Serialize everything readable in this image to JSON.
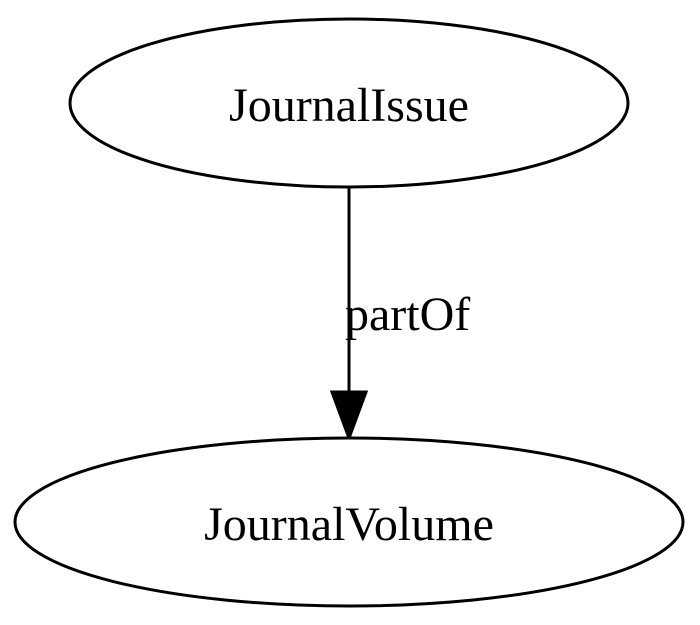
{
  "nodes": [
    {
      "id": "journal-issue",
      "label": "JournalIssue"
    },
    {
      "id": "journal-volume",
      "label": "JournalVolume"
    }
  ],
  "edges": [
    {
      "from": "journal-issue",
      "to": "journal-volume",
      "label": "partOf"
    }
  ],
  "colors": {
    "stroke": "#000000",
    "fill": "#ffffff",
    "text": "#000000"
  }
}
